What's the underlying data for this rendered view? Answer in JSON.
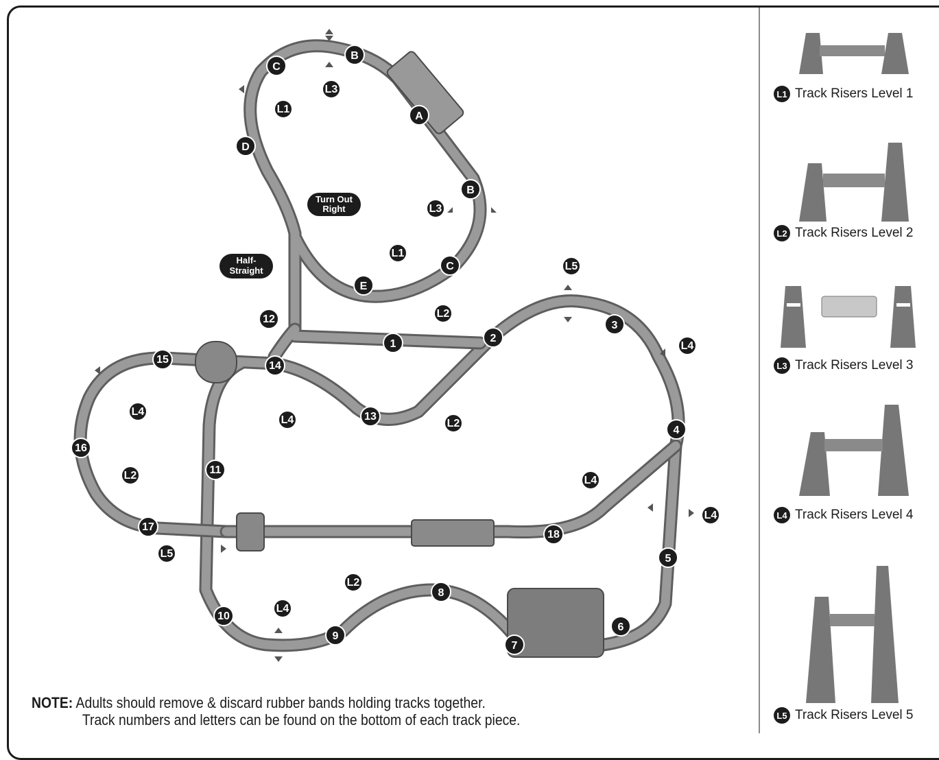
{
  "track_markers": [
    {
      "id": "A",
      "text": "A"
    },
    {
      "id": "B1",
      "text": "B"
    },
    {
      "id": "B2",
      "text": "B"
    },
    {
      "id": "C1",
      "text": "C"
    },
    {
      "id": "C2",
      "text": "C"
    },
    {
      "id": "D",
      "text": "D"
    },
    {
      "id": "E",
      "text": "E"
    },
    {
      "id": "n1",
      "text": "1"
    },
    {
      "id": "n2",
      "text": "2"
    },
    {
      "id": "n3",
      "text": "3"
    },
    {
      "id": "n4",
      "text": "4"
    },
    {
      "id": "n5",
      "text": "5"
    },
    {
      "id": "n6",
      "text": "6"
    },
    {
      "id": "n7",
      "text": "7"
    },
    {
      "id": "n8",
      "text": "8"
    },
    {
      "id": "n9",
      "text": "9"
    },
    {
      "id": "n10",
      "text": "10"
    },
    {
      "id": "n11",
      "text": "11"
    },
    {
      "id": "n12",
      "text": "12"
    },
    {
      "id": "n13",
      "text": "13"
    },
    {
      "id": "n14",
      "text": "14"
    },
    {
      "id": "n15",
      "text": "15"
    },
    {
      "id": "n16",
      "text": "16"
    },
    {
      "id": "n17",
      "text": "17"
    },
    {
      "id": "n18",
      "text": "18"
    }
  ],
  "riser_markers": [
    {
      "id": "r1",
      "text": "L3"
    },
    {
      "id": "r2",
      "text": "L1"
    },
    {
      "id": "r3",
      "text": "L3"
    },
    {
      "id": "r4",
      "text": "L1"
    },
    {
      "id": "r5",
      "text": "L5"
    },
    {
      "id": "r6",
      "text": "L2"
    },
    {
      "id": "r7",
      "text": "L4"
    },
    {
      "id": "r8",
      "text": "L4"
    },
    {
      "id": "r9",
      "text": "L4"
    },
    {
      "id": "r10",
      "text": "L2"
    },
    {
      "id": "r11",
      "text": "L2"
    },
    {
      "id": "r12",
      "text": "L4"
    },
    {
      "id": "r13",
      "text": "L4"
    },
    {
      "id": "r14",
      "text": "L5"
    },
    {
      "id": "r15",
      "text": "L2"
    },
    {
      "id": "r16",
      "text": "L4"
    }
  ],
  "callouts": {
    "turnout": [
      "Turn Out",
      "Right"
    ],
    "half_straight": [
      "Half-",
      "Straight"
    ]
  },
  "note": {
    "label": "NOTE:",
    "line1": "Adults should remove & discard rubber bands holding tracks together.",
    "line2": "Track numbers and letters can be found on the bottom of each track piece."
  },
  "legend": [
    {
      "badge": "L1",
      "label": "Track Risers Level 1"
    },
    {
      "badge": "L2",
      "label": "Track Risers Level 2"
    },
    {
      "badge": "L3",
      "label": "Track Risers Level 3"
    },
    {
      "badge": "L4",
      "label": "Track Risers Level 4"
    },
    {
      "badge": "L5",
      "label": "Track Risers Level 5"
    }
  ],
  "colors": {
    "track": "#8c8c8c",
    "track_edge": "#5e5e5e",
    "badge": "#1c1c1c",
    "riser": "#6e6e6e"
  }
}
